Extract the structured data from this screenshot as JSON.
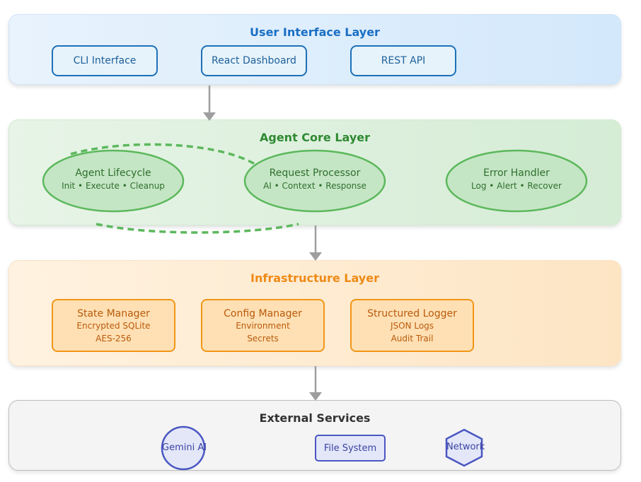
{
  "ui_layer": {
    "title": "User Interface Layer",
    "items": [
      "CLI Interface",
      "React Dashboard",
      "REST API"
    ]
  },
  "core_layer": {
    "title": "Agent Core Layer",
    "items": [
      {
        "title": "Agent Lifecycle",
        "sub": "Init • Execute • Cleanup"
      },
      {
        "title": "Request Processor",
        "sub": "AI • Context • Response"
      },
      {
        "title": "Error Handler",
        "sub": "Log • Alert • Recover"
      }
    ]
  },
  "infra_layer": {
    "title": "Infrastructure Layer",
    "items": [
      {
        "title": "State Manager",
        "lines": [
          "Encrypted SQLite",
          "AES-256"
        ]
      },
      {
        "title": "Config Manager",
        "lines": [
          "Environment",
          "Secrets"
        ]
      },
      {
        "title": "Structured Logger",
        "lines": [
          "JSON Logs",
          "Audit Trail"
        ]
      }
    ]
  },
  "external_layer": {
    "title": "External Services",
    "items": [
      "Gemini AI",
      "File System",
      "Network"
    ]
  },
  "colors": {
    "ui_accent": "#1d71b8",
    "core_accent": "#5cb85c",
    "infra_accent": "#f19616",
    "external_accent": "#4a56c2",
    "arrow": "#9e9e9e"
  }
}
